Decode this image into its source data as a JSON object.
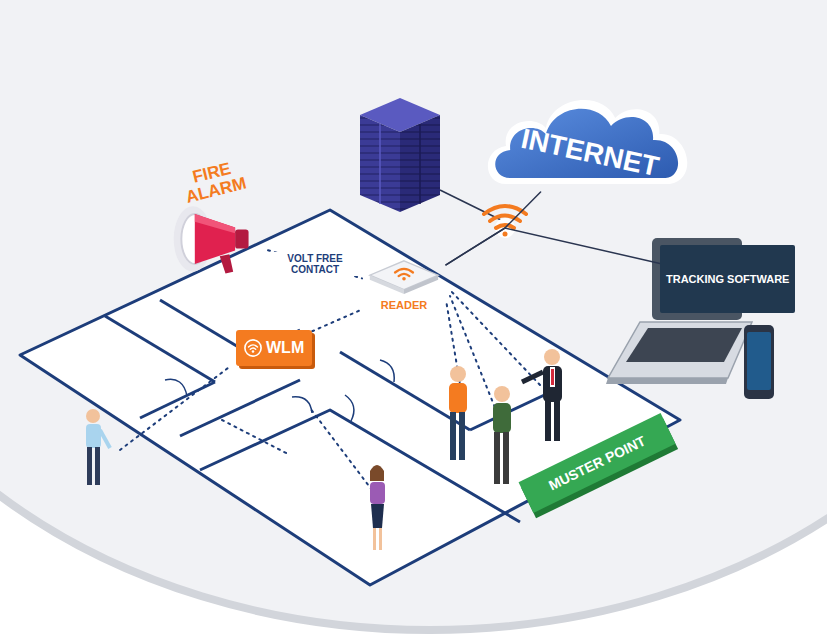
{
  "diagram": {
    "nodes": [
      {
        "text": [
          "INTERNET"
        ]
      },
      {
        "text": [
          "FIRE ALARM"
        ]
      },
      {
        "text": [
          "TRACKING SOFTWARE"
        ]
      },
      {
        "text": [
          "READER"
        ]
      },
      {
        "text": [
          "WLM"
        ]
      },
      {
        "text": [
          "MUSTER POINT"
        ]
      }
    ],
    "edges": [
      {
        "from": 1,
        "to": 3,
        "label": "VOLT FREE CONTACT",
        "arrow": "none"
      },
      {
        "from": 4,
        "to": 3,
        "arrow": "none"
      },
      {
        "from": 3,
        "to": 0,
        "arrow": "none"
      },
      {
        "from": 3,
        "to": 2,
        "arrow": "none"
      }
    ]
  }
}
